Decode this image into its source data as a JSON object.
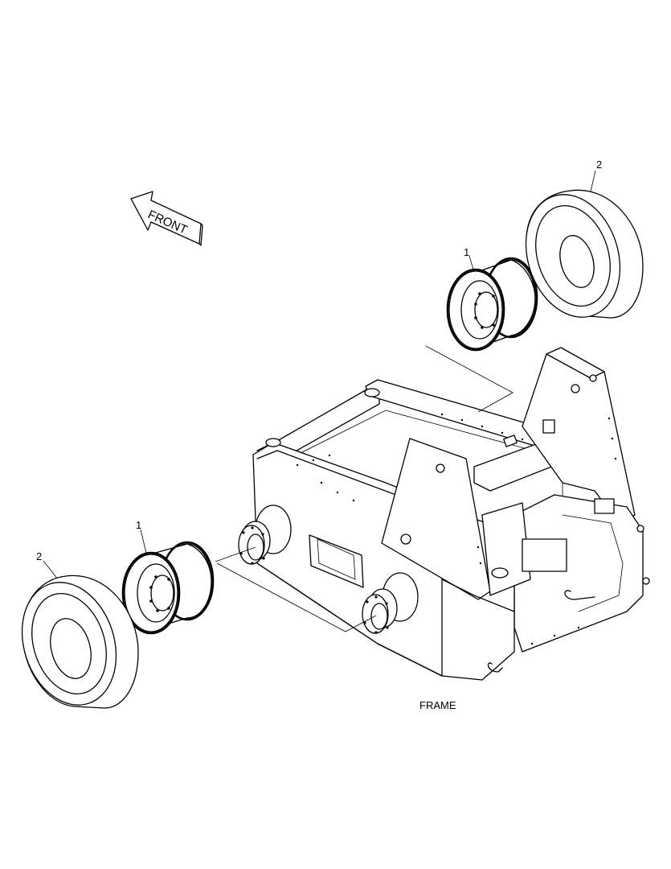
{
  "diagram": {
    "caption": "FRAME",
    "direction_label": "FRONT",
    "callouts": [
      {
        "id": "rim-right",
        "label": "1"
      },
      {
        "id": "tire-right",
        "label": "2"
      },
      {
        "id": "rim-left",
        "label": "1"
      },
      {
        "id": "tire-left",
        "label": "2"
      }
    ]
  }
}
